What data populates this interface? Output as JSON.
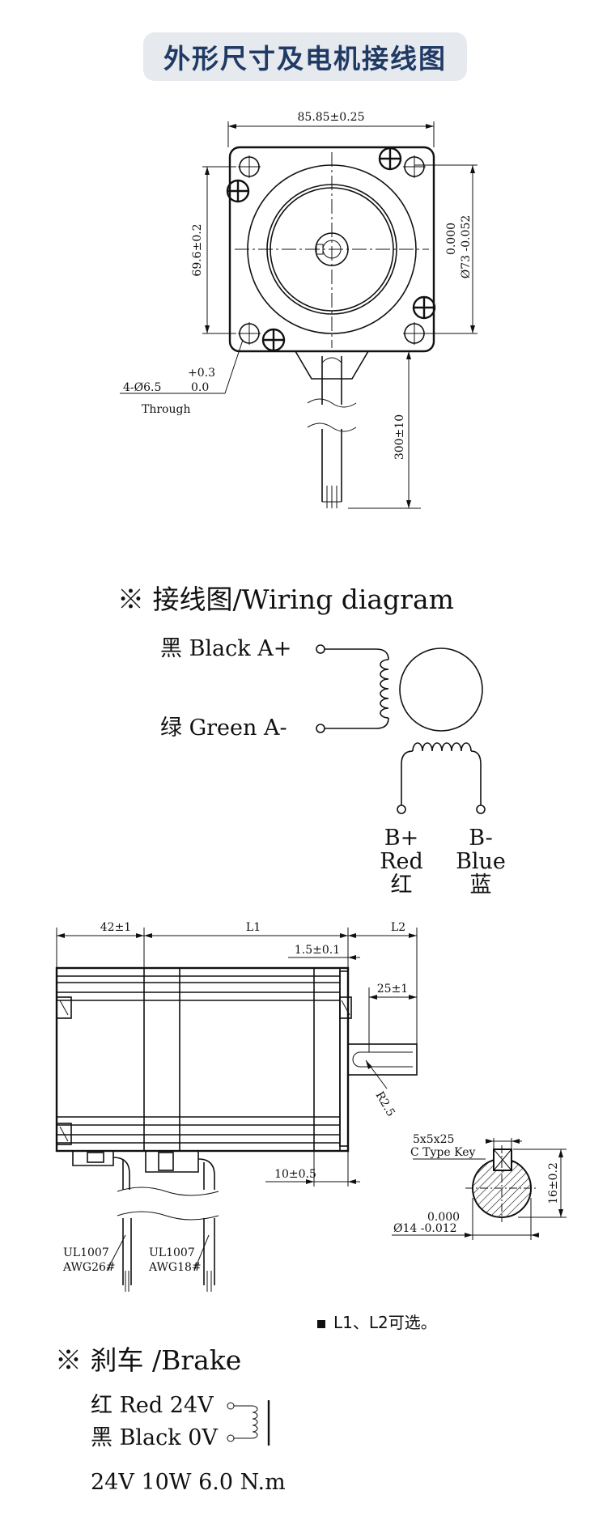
{
  "header": {
    "title": "外形尺寸及电机接线图"
  },
  "front_view": {
    "width_dim": "85.85±0.25",
    "height_dim": "69.6±0.2",
    "bore_dim_top": "0.000",
    "bore_dim_bottom": "Ø73 -0.052",
    "hole_tol_upper": "+0.3",
    "hole_dim": "4-Ø6.5",
    "hole_tol_lower": "0.0",
    "hole_through": "Through",
    "cable_length": "300±10"
  },
  "wiring": {
    "heading": "※ 接线图/Wiring diagram",
    "a_plus": "黑 Black A+",
    "a_minus": "绿 Green A-",
    "b_plus": {
      "sign": "B+",
      "en": "Red",
      "cn": "红"
    },
    "b_minus": {
      "sign": "B-",
      "en": "Blue",
      "cn": "蓝"
    }
  },
  "side_view": {
    "dim_42": "42±1",
    "dim_L1": "L1",
    "dim_L2": "L2",
    "dim_15": "1.5±0.1",
    "dim_25": "25±1",
    "dim_R25": "R2.5",
    "dim_10": "10±0.5",
    "key_size": "5x5x25",
    "key_type": "C Type Key",
    "shaft_h": "16±0.2",
    "shaft_tol": "0.000",
    "shaft_dia": "Ø14 -0.012",
    "wire1_a": "UL1007",
    "wire1_b": "AWG26#",
    "wire2_a": "UL1007",
    "wire2_b": "AWG18#"
  },
  "note": "L1、L2可选。",
  "brake": {
    "heading": "※ 刹车 /Brake",
    "red": "红  Red  24V",
    "black": "黑 Black 0V",
    "spec": "24V  10W  6.0 N.m"
  }
}
